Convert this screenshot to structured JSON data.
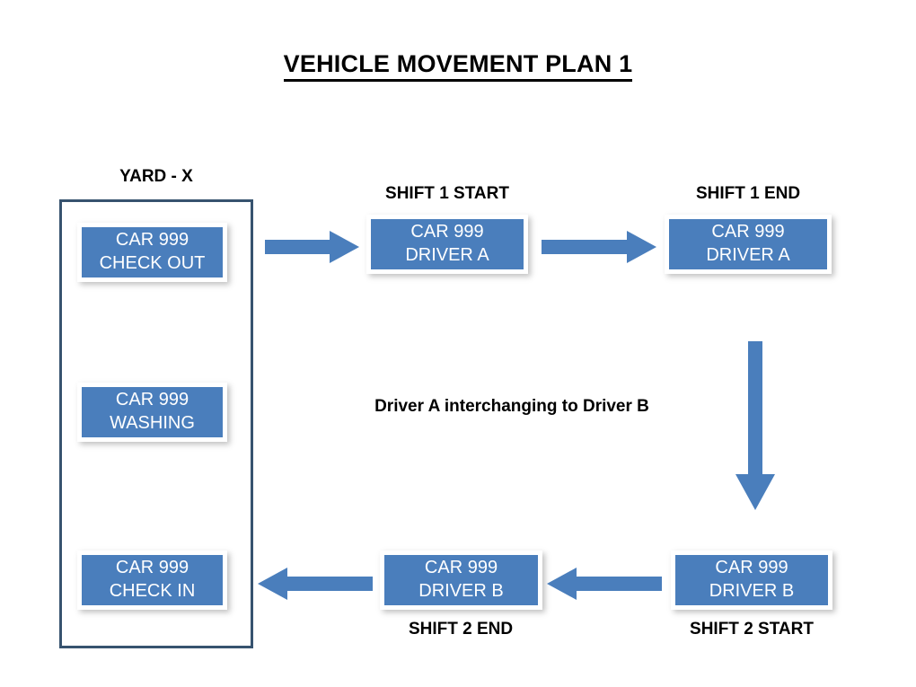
{
  "page": {
    "title": "VEHICLE MOVEMENT PLAN 1",
    "background_color": "#ffffff",
    "accent_color": "#4a7ebc",
    "container_border_color": "#37536f",
    "text_color_on_accent": "#ffffff"
  },
  "yard": {
    "label": "YARD  - X",
    "items": [
      {
        "line1": "CAR 999",
        "line2": "CHECK OUT"
      },
      {
        "line1": "CAR 999",
        "line2": "WASHING"
      },
      {
        "line1": "CAR 999",
        "line2": "CHECK IN"
      }
    ]
  },
  "shifts": {
    "shift1_start": {
      "caption": "SHIFT 1 START",
      "line1": "CAR 999",
      "line2": "DRIVER A"
    },
    "shift1_end": {
      "caption": "SHIFT 1 END",
      "line1": "CAR 999",
      "line2": "DRIVER A"
    },
    "shift2_start": {
      "caption": "SHIFT 2 START",
      "line1": "CAR 999",
      "line2": "DRIVER B"
    },
    "shift2_end": {
      "caption": "SHIFT 2 END",
      "line1": "CAR 999",
      "line2": "DRIVER B"
    }
  },
  "note": {
    "text": "Driver A interchanging to Driver B"
  },
  "arrows": [
    {
      "name": "checkout-to-shift1start",
      "direction": "right"
    },
    {
      "name": "shift1start-to-shift1end",
      "direction": "right"
    },
    {
      "name": "shift1end-to-shift2start",
      "direction": "down"
    },
    {
      "name": "shift2start-to-shift2end",
      "direction": "left"
    },
    {
      "name": "shift2end-to-checkin",
      "direction": "left"
    }
  ]
}
